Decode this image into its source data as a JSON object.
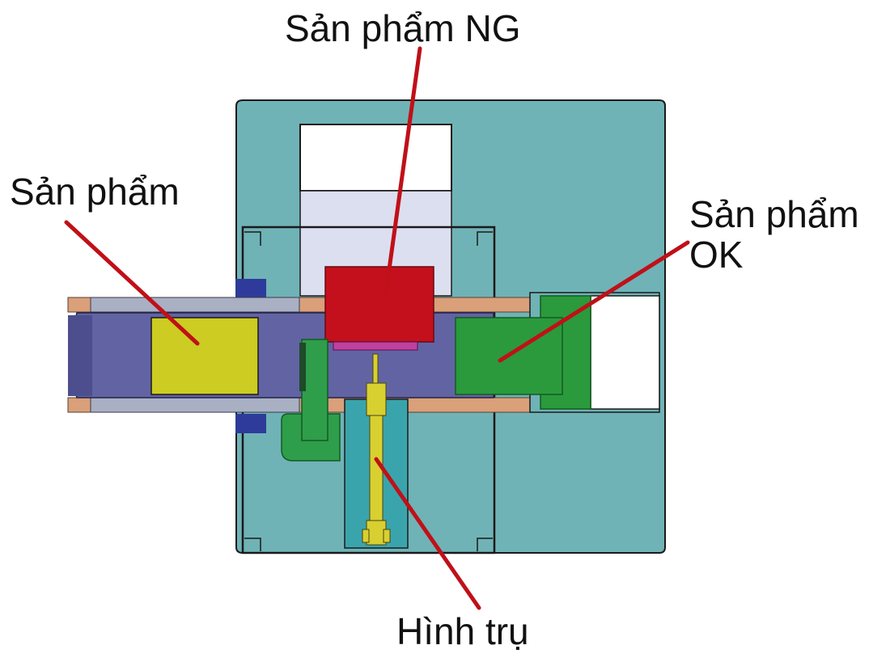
{
  "labels": {
    "ng_product": "Sản phẩm NG",
    "product": "Sản phẩm",
    "ok_product": "Sản phẩm OK",
    "cylinder": "Hình trụ"
  },
  "colors": {
    "base_plate": "#6fb3b7",
    "frame_line": "#1a1a1a",
    "conveyor_belt": "#6263a3",
    "conveyor_rail": "#a9b0c4",
    "rail_copper": "#d9a07a",
    "bracket_blue": "#2e3b9a",
    "product": "#cccc22",
    "ng_product": "#c4101c",
    "ok_product": "#2a9a3c",
    "ng_chute": "#dcdff0",
    "cylinder_body": "#d8d030",
    "cylinder_plate": "#3aa4ac",
    "pusher_green": "#2e9e4a",
    "callout_line": "#c01018"
  }
}
